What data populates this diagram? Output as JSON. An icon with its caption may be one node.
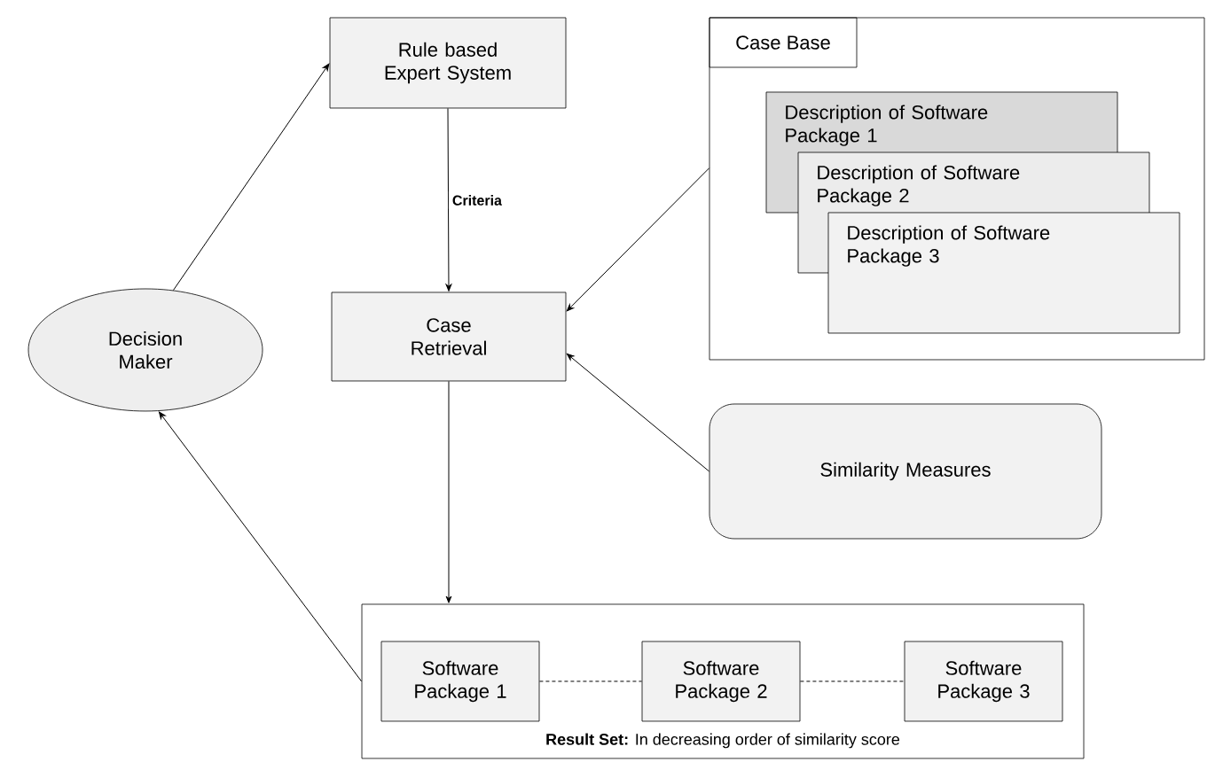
{
  "diagram": {
    "nodes": [
      {
        "text": [
          "Rule based Expert System"
        ]
      },
      {
        "text": [
          "Decision Maker"
        ]
      },
      {
        "text": [
          "Case Retrieval"
        ]
      },
      {
        "text": [
          "Case Base"
        ]
      },
      {
        "text": [
          "Description of Software Package 1"
        ],
        "in": 3
      },
      {
        "text": [
          "Description of Software Package 2"
        ],
        "in": 3
      },
      {
        "text": [
          "Description of Software Package 3"
        ],
        "in": 3
      },
      {
        "text": [
          "Similarity Measures"
        ]
      },
      {
        "text": [
          "**Result Set:** In decreasing order of similarity score"
        ]
      },
      {
        "text": [
          "Software Package 1"
        ],
        "in": 8
      },
      {
        "text": [
          "Software Package 2"
        ],
        "in": 8
      },
      {
        "text": [
          "Software Package  3"
        ],
        "in": 8
      }
    ],
    "edges": [
      {
        "from": 1,
        "to": 0,
        "arrow": "to"
      },
      {
        "from": 0,
        "to": 2,
        "arrow": "to",
        "label": "Criteria"
      },
      {
        "from": 3,
        "to": 2,
        "arrow": "to"
      },
      {
        "from": 7,
        "to": 2,
        "arrow": "to"
      },
      {
        "from": 2,
        "to": 8,
        "arrow": "to"
      },
      {
        "from": 8,
        "to": 1,
        "arrow": "to"
      },
      {
        "from": 9,
        "to": 10,
        "arrow": "none",
        "style": "dashed"
      },
      {
        "from": 10,
        "to": 11,
        "arrow": "none",
        "style": "dashed"
      }
    ]
  }
}
